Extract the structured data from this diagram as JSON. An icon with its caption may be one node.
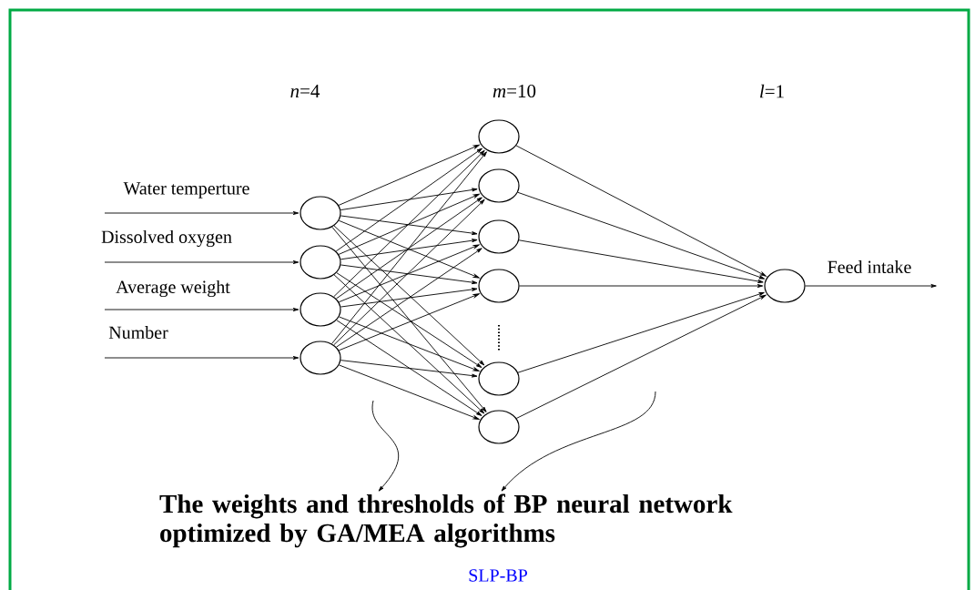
{
  "diagram": {
    "caption": "SLP-BP",
    "nodes": [
      {
        "text": [],
        "shape": "circle"
      },
      {
        "text": [],
        "shape": "circle"
      },
      {
        "text": [],
        "shape": "circle"
      },
      {
        "text": [],
        "shape": "circle"
      },
      {
        "text": [],
        "shape": "circle"
      },
      {
        "text": [],
        "shape": "circle"
      },
      {
        "text": [],
        "shape": "circle"
      },
      {
        "text": [],
        "shape": "circle"
      },
      {
        "text": [],
        "shape": "circle"
      },
      {
        "text": [],
        "shape": "circle"
      },
      {
        "text": [],
        "shape": "circle"
      },
      {
        "text": [
          "The weights and thresholds of BP neural network optimized by GA/MEA algorithms"
        ]
      }
    ],
    "edges": [
      {
        "from": null,
        "to": 0,
        "arrow": "to",
        "label": "Water temperture"
      },
      {
        "from": null,
        "to": 1,
        "arrow": "to",
        "label": "Dissolved oxygen"
      },
      {
        "from": null,
        "to": 2,
        "arrow": "to",
        "label": "Average weight"
      },
      {
        "from": null,
        "to": 3,
        "arrow": "to",
        "label": "Number"
      },
      {
        "from": 0,
        "to": 4,
        "arrow": "to"
      },
      {
        "from": 0,
        "to": 5,
        "arrow": "to"
      },
      {
        "from": 0,
        "to": 6,
        "arrow": "to"
      },
      {
        "from": 0,
        "to": 7,
        "arrow": "to"
      },
      {
        "from": 0,
        "to": 8,
        "arrow": "to"
      },
      {
        "from": 0,
        "to": 9,
        "arrow": "to"
      },
      {
        "from": 1,
        "to": 4,
        "arrow": "to"
      },
      {
        "from": 1,
        "to": 5,
        "arrow": "to"
      },
      {
        "from": 1,
        "to": 6,
        "arrow": "to"
      },
      {
        "from": 1,
        "to": 7,
        "arrow": "to"
      },
      {
        "from": 1,
        "to": 8,
        "arrow": "to"
      },
      {
        "from": 1,
        "to": 9,
        "arrow": "to"
      },
      {
        "from": 2,
        "to": 4,
        "arrow": "to"
      },
      {
        "from": 2,
        "to": 5,
        "arrow": "to"
      },
      {
        "from": 2,
        "to": 6,
        "arrow": "to"
      },
      {
        "from": 2,
        "to": 7,
        "arrow": "to"
      },
      {
        "from": 2,
        "to": 8,
        "arrow": "to"
      },
      {
        "from": 2,
        "to": 9,
        "arrow": "to"
      },
      {
        "from": 3,
        "to": 4,
        "arrow": "to"
      },
      {
        "from": 3,
        "to": 5,
        "arrow": "to"
      },
      {
        "from": 3,
        "to": 6,
        "arrow": "to"
      },
      {
        "from": 3,
        "to": 7,
        "arrow": "to"
      },
      {
        "from": 3,
        "to": 8,
        "arrow": "to"
      },
      {
        "from": 3,
        "to": 9,
        "arrow": "to"
      },
      {
        "from": 4,
        "to": 10,
        "arrow": "to"
      },
      {
        "from": 5,
        "to": 10,
        "arrow": "to"
      },
      {
        "from": 6,
        "to": 10,
        "arrow": "to"
      },
      {
        "from": 7,
        "to": 10,
        "arrow": "to"
      },
      {
        "from": 8,
        "to": 10,
        "arrow": "to"
      },
      {
        "from": 9,
        "to": 10,
        "arrow": "to"
      },
      {
        "from": 10,
        "to": null,
        "arrow": "to",
        "label": "Feed intake"
      },
      {
        "from": null,
        "to": 11,
        "arrow": "to"
      },
      {
        "from": null,
        "to": 11,
        "arrow": "to"
      }
    ],
    "labels": [
      "*n*=4",
      "*m*=10",
      "*l*=1"
    ]
  }
}
